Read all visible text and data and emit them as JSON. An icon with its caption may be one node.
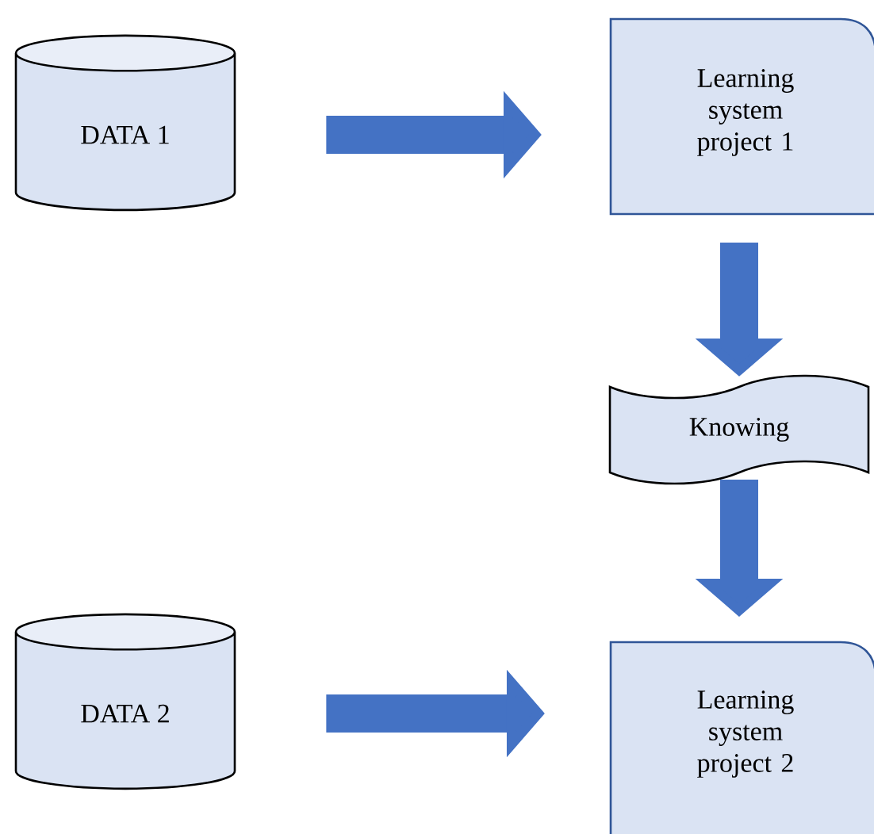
{
  "diagram": {
    "nodes": [
      {
        "text": [
          "DATA 1"
        ]
      },
      {
        "text": [
          "Learning system project 1"
        ]
      },
      {
        "text": [
          "Knowing"
        ]
      },
      {
        "text": [
          "DATA 2"
        ]
      },
      {
        "text": [
          "Learning system project 2"
        ]
      }
    ],
    "edges": [
      {
        "from": 0,
        "to": 1,
        "arrow": "to"
      },
      {
        "from": 1,
        "to": 2,
        "arrow": "to"
      },
      {
        "from": 2,
        "to": 4,
        "arrow": "to"
      },
      {
        "from": 3,
        "to": 4,
        "arrow": "to"
      }
    ]
  }
}
